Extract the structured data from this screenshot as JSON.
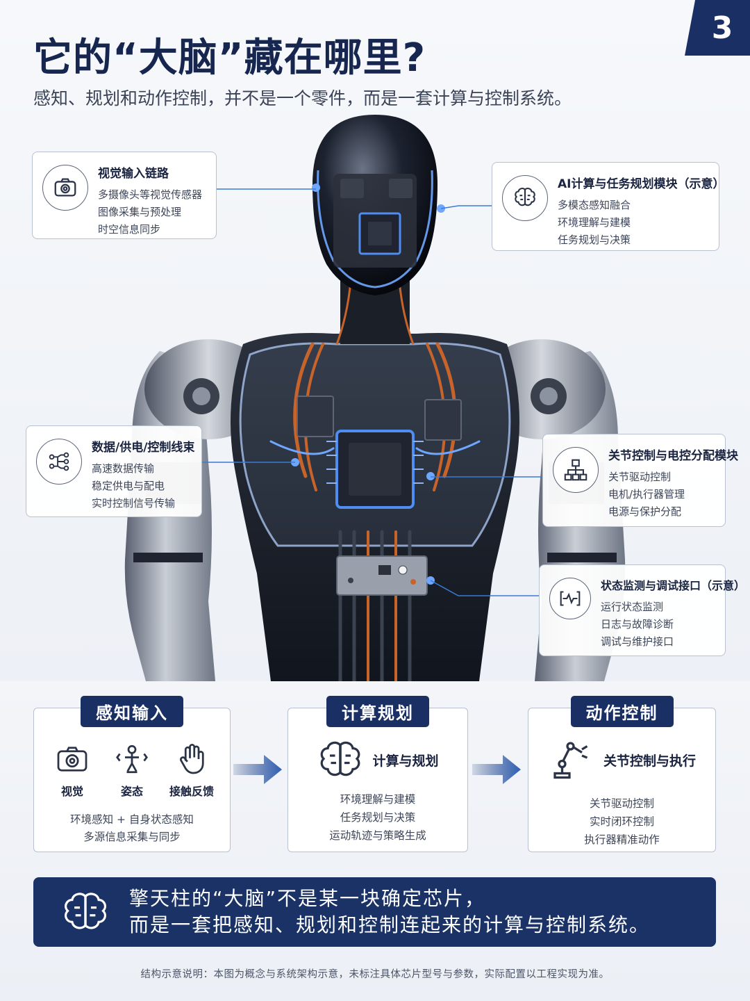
{
  "page_number": "3",
  "title": "它的“大脑”藏在哪里?",
  "subtitle": "感知、规划和动作控制，并不是一个零件，而是一套计算与控制系统。",
  "callouts": {
    "vision": {
      "title": "视觉输入链路",
      "lines": [
        "多摄像头等视觉传感器",
        "图像采集与预处理",
        "时空信息同步"
      ],
      "icon": "camera-icon"
    },
    "ai": {
      "title": "AI计算与任务规划模块（示意）",
      "lines": [
        "多模态感知融合",
        "环境理解与建模",
        "任务规划与决策"
      ],
      "icon": "brain-icon"
    },
    "bus": {
      "title": "数据/供电/控制线束",
      "lines": [
        "高速数据传输",
        "稳定供电与配电",
        "实时控制信号传输"
      ],
      "icon": "circuit-icon"
    },
    "joint": {
      "title": "关节控制与电控分配模块",
      "lines": [
        "关节驱动控制",
        "电机/执行器管理",
        "电源与保护分配"
      ],
      "icon": "hierarchy-icon"
    },
    "monitor": {
      "title": "状态监测与调试接口（示意）",
      "lines": [
        "运行状态监测",
        "日志与故障诊断",
        "调试与维护接口"
      ],
      "icon": "pulse-monitor-icon"
    }
  },
  "pipeline": {
    "perception": {
      "tag": "感知输入",
      "items": [
        {
          "label": "视觉",
          "icon": "camera-icon"
        },
        {
          "label": "姿态",
          "icon": "posture-icon"
        },
        {
          "label": "接触反馈",
          "icon": "hand-icon"
        }
      ],
      "lines": [
        "环境感知 + 自身状态感知",
        "多源信息采集与同步"
      ]
    },
    "planning": {
      "tag": "计算规划",
      "head": "计算与规划",
      "icon": "brain-icon",
      "lines": [
        "环境理解与建模",
        "任务规划与决策",
        "运动轨迹与策略生成"
      ]
    },
    "control": {
      "tag": "动作控制",
      "head": "关节控制与执行",
      "icon": "robot-arm-icon",
      "lines": [
        "关节驱动控制",
        "实时闭环控制",
        "执行器精准动作"
      ]
    }
  },
  "banner": {
    "line1": "擎天柱的“大脑”不是某一块确定芯片，",
    "line2": "而是一套把感知、规划和控制连起来的计算与控制系统。",
    "icon": "brain-icon"
  },
  "footnote": "结构示意说明：本图为概念与系统架构示意，未标注具体芯片型号与参数，实际配置以工程实现为准。",
  "colors": {
    "navy": "#1a2f63",
    "accent_blue": "#3a7bd5",
    "wire_orange": "#c8642a"
  }
}
